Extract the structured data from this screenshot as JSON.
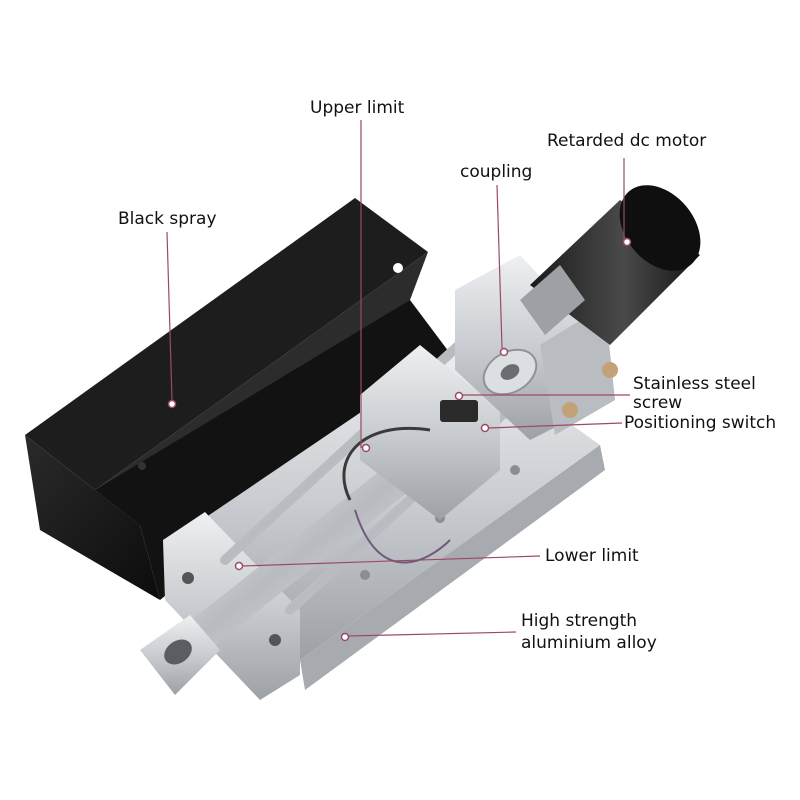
{
  "labels": {
    "upper_limit": "Upper limit",
    "retarded_dc_motor": "Retarded dc motor",
    "coupling": "coupling",
    "black_spray": "Black spray",
    "stainless_steel_screw_line1": "Stainless steel",
    "stainless_steel_screw_line2": "screw",
    "positioning_switch": "Positioning switch",
    "lower_limit": "Lower limit",
    "high_strength_line1": "High strength",
    "high_strength_line2": "aluminium alloy"
  },
  "colors": {
    "leader_line": "#9a4a66",
    "cover": "#141414",
    "aluminium": "#cfd2d6",
    "motor": "#2b2b2b",
    "text": "#111111"
  }
}
